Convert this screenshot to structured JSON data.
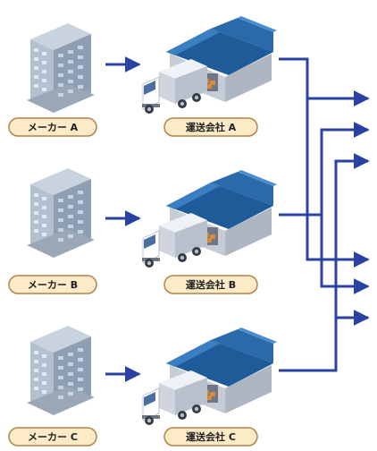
{
  "diagram": {
    "rows": [
      {
        "maker_label": "メーカー A",
        "carrier_label": "運送会社 A"
      },
      {
        "maker_label": "メーカー B",
        "carrier_label": "運送会社 B"
      },
      {
        "maker_label": "メーカー C",
        "carrier_label": "運送会社 C"
      }
    ]
  },
  "colors": {
    "arrow": "#2a41a0",
    "pill_fill": "#fdebc8",
    "pill_stroke": "#b4824a",
    "roof": "#1f5b98",
    "roof_light": "#3a7fc1",
    "wall": "#c6ccd6",
    "building_body": "#a8b6c6",
    "building_window": "#d9e4ef",
    "truck_cab": "#ffffff",
    "truck_box": "#d8dde4"
  },
  "icons": [
    "office-building-icon",
    "warehouse-icon",
    "delivery-truck-icon",
    "arrow-right-icon"
  ]
}
